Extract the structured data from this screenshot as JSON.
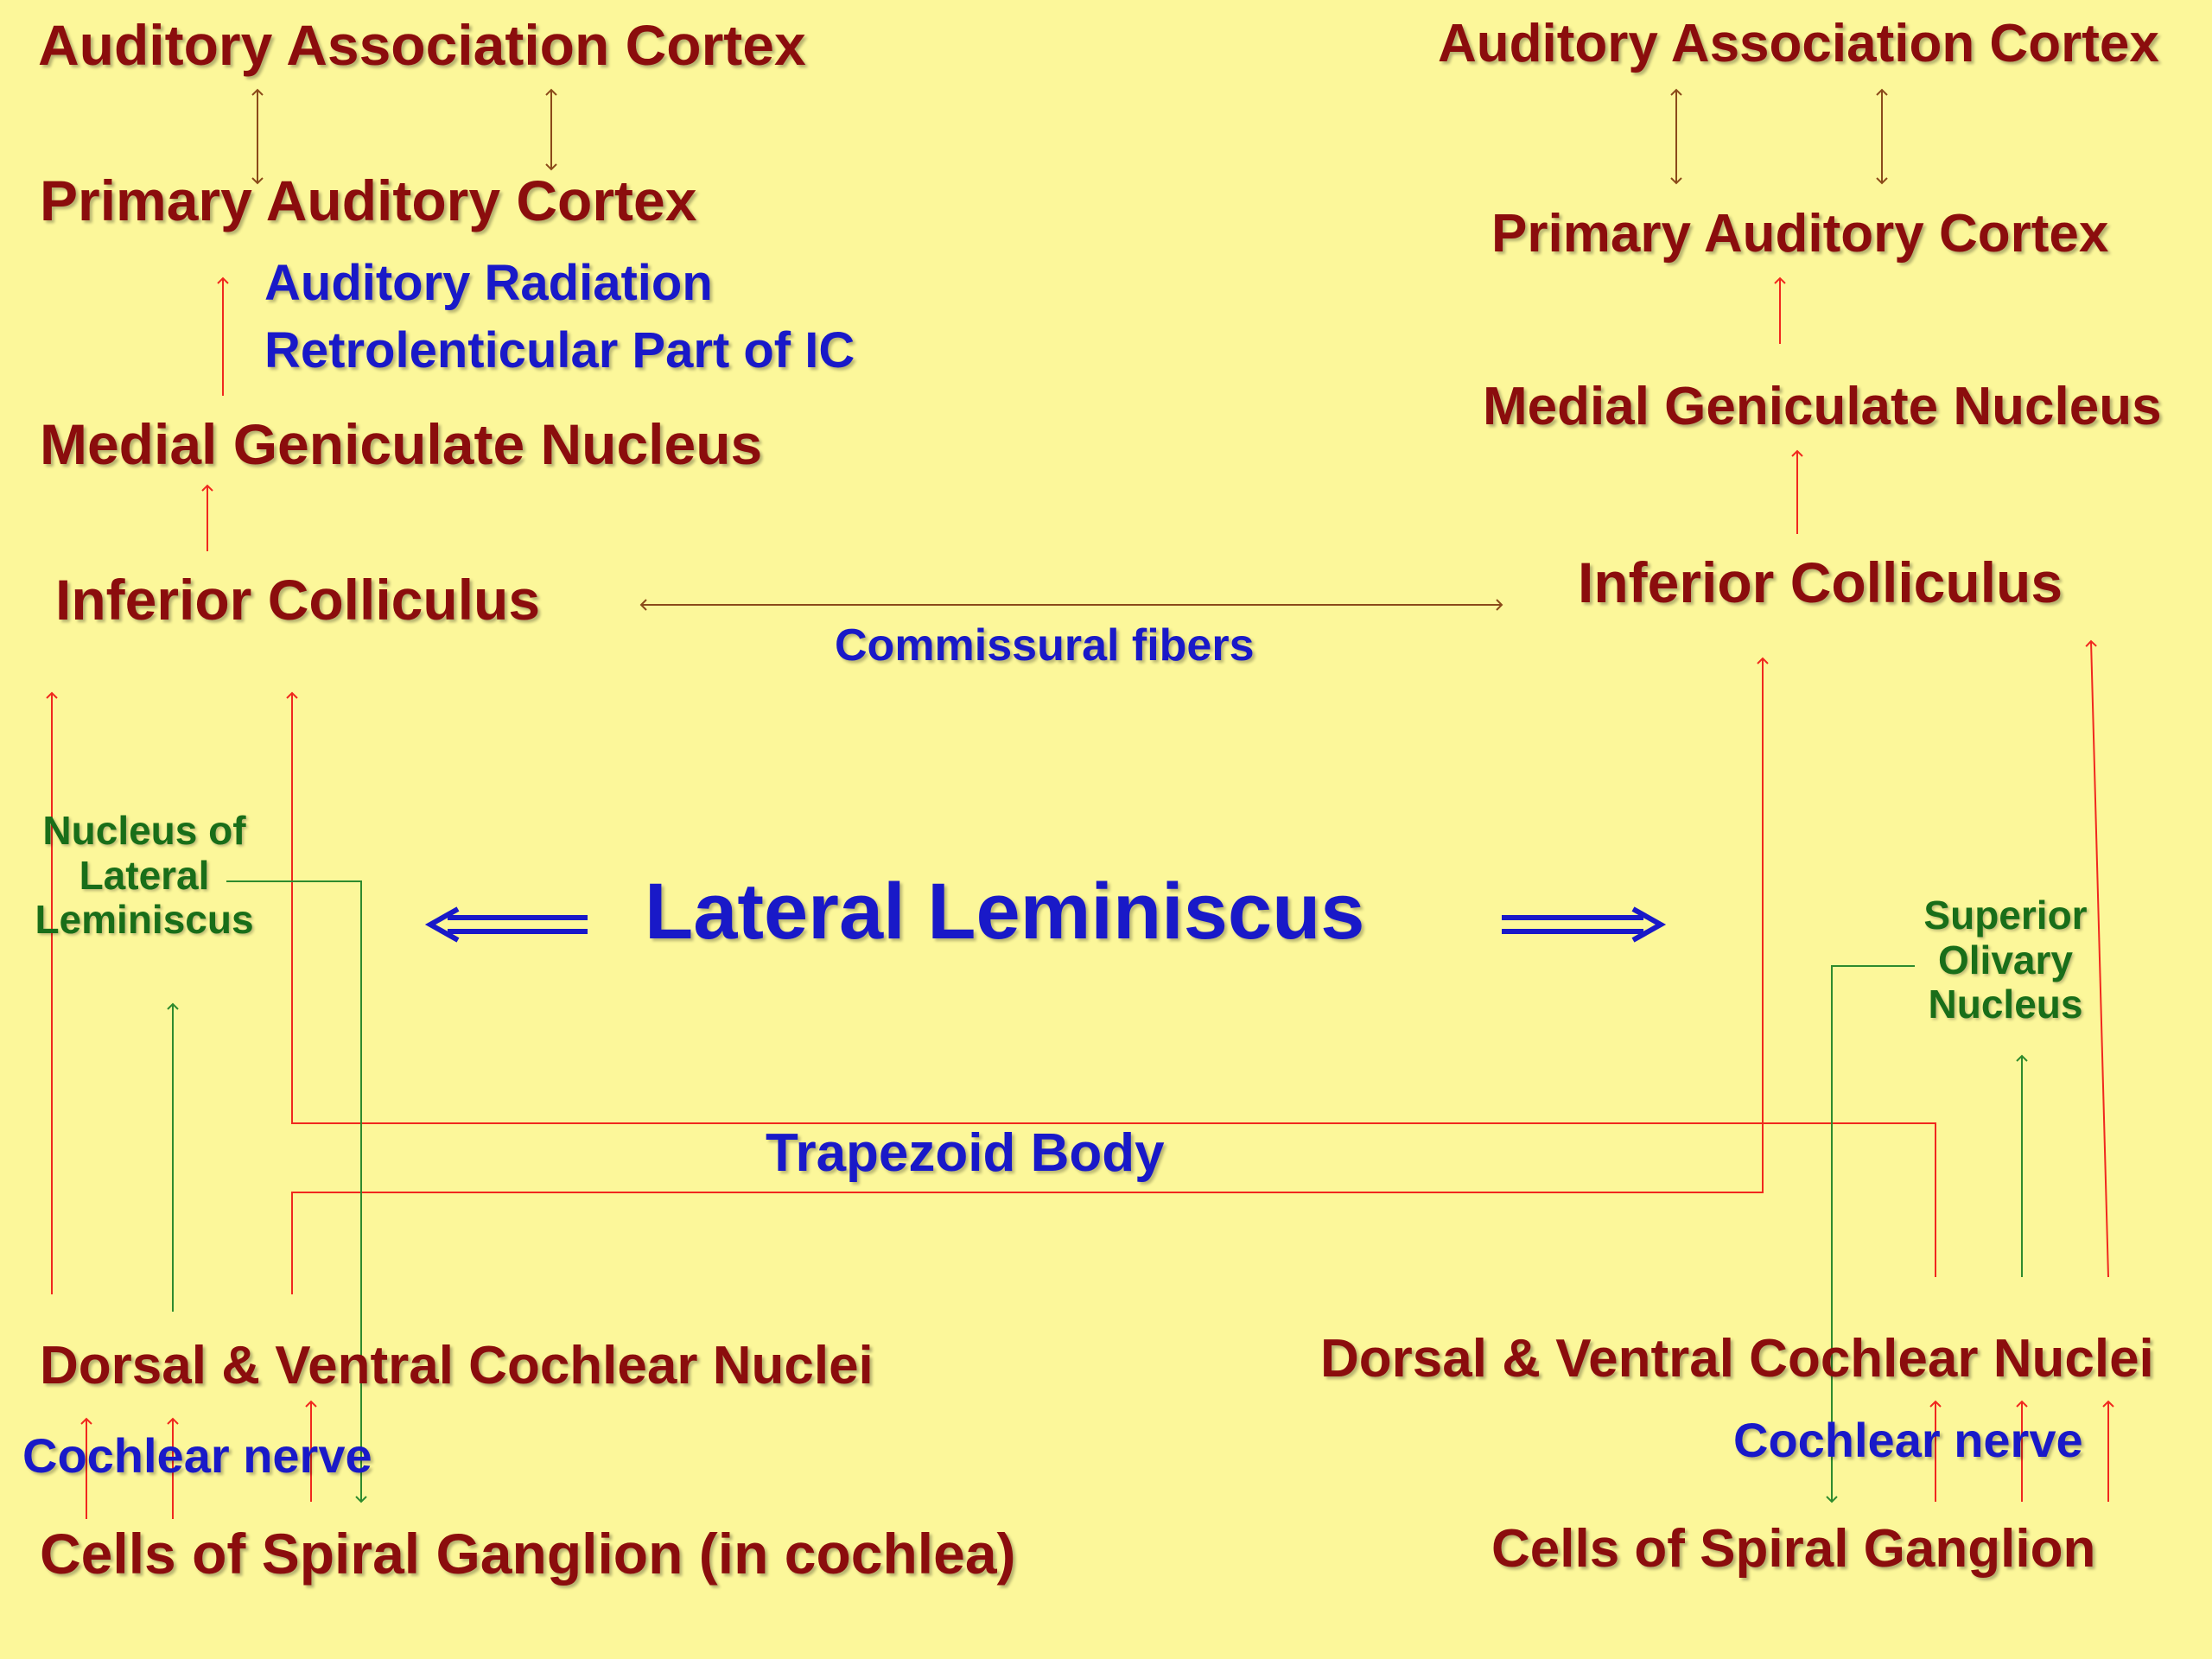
{
  "colors": {
    "background": "#fcf79a",
    "structure_label": "#8b0d0d",
    "pathway_label": "#1919c8",
    "nucleus_label": "#196e19",
    "auditory_pathway_line": "#f0281e",
    "nucleus_line": "#2e8b2e",
    "association_arrow": "#8b4a1a",
    "lemniscus_arrow": "#1919c8"
  },
  "left": {
    "association_cortex": "Auditory Association Cortex",
    "primary_cortex": "Primary Auditory Cortex",
    "radiation_line1": "Auditory Radiation",
    "radiation_line2": "Retrolenticular Part of IC",
    "medial_geniculate": "Medial Geniculate Nucleus",
    "inferior_colliculus": "Inferior Colliculus",
    "nucleus_ll": [
      "Nucleus of",
      "Lateral",
      "Leminiscus"
    ],
    "cochlear_nuclei": "Dorsal & Ventral Cochlear Nuclei",
    "cochlear_nerve": "Cochlear nerve",
    "spiral_ganglion": "Cells of Spiral Ganglion (in cochlea)"
  },
  "right": {
    "association_cortex": "Auditory Association Cortex",
    "primary_cortex": "Primary Auditory Cortex",
    "medial_geniculate": "Medial Geniculate Nucleus",
    "inferior_colliculus": "Inferior Colliculus",
    "superior_olivary": [
      "Superior",
      "Olivary",
      "Nucleus"
    ],
    "cochlear_nuclei": "Dorsal & Ventral Cochlear Nuclei",
    "cochlear_nerve": "Cochlear nerve",
    "spiral_ganglion": "Cells of Spiral Ganglion"
  },
  "center": {
    "commissural_fibers": "Commissural fibers",
    "lateral_lemniscus": "Lateral Leminiscus",
    "trapezoid_body": "Trapezoid Body"
  }
}
